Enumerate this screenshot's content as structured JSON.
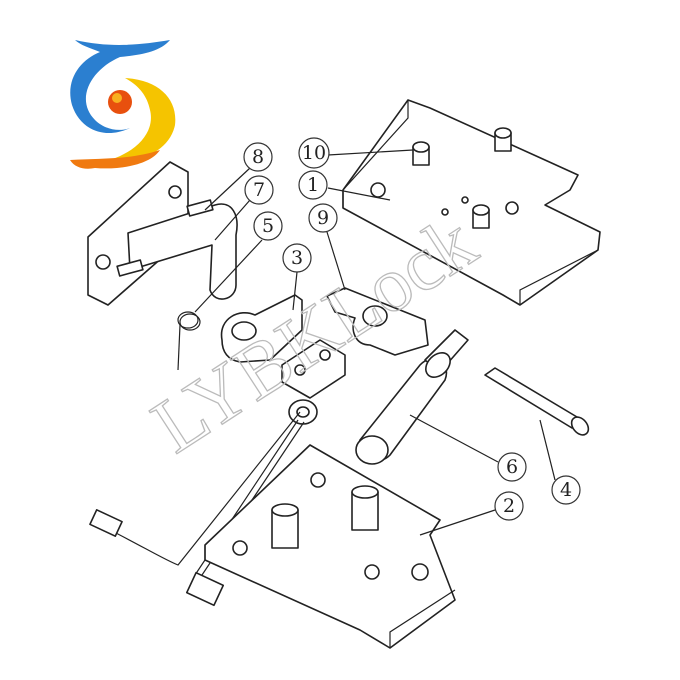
{
  "logo": {
    "name": "dragon-swirl-logo",
    "colors": {
      "blue": "#2b7fd0",
      "yellow": "#f5c400",
      "orange": "#f07a10",
      "red": "#e02a10"
    }
  },
  "watermark": "LYBKLock",
  "callouts": [
    {
      "number": "1",
      "part": "top-housing-plate"
    },
    {
      "number": "2",
      "part": "bottom-housing-plate"
    },
    {
      "number": "3",
      "part": "latch-cam"
    },
    {
      "number": "4",
      "part": "long-screw"
    },
    {
      "number": "5",
      "part": "torsion-spring"
    },
    {
      "number": "6",
      "part": "solenoid"
    },
    {
      "number": "7",
      "part": "bent-rod"
    },
    {
      "number": "8",
      "part": "mounting-screw"
    },
    {
      "number": "9",
      "part": "lever"
    },
    {
      "number": "10",
      "part": "housing-screw"
    }
  ]
}
